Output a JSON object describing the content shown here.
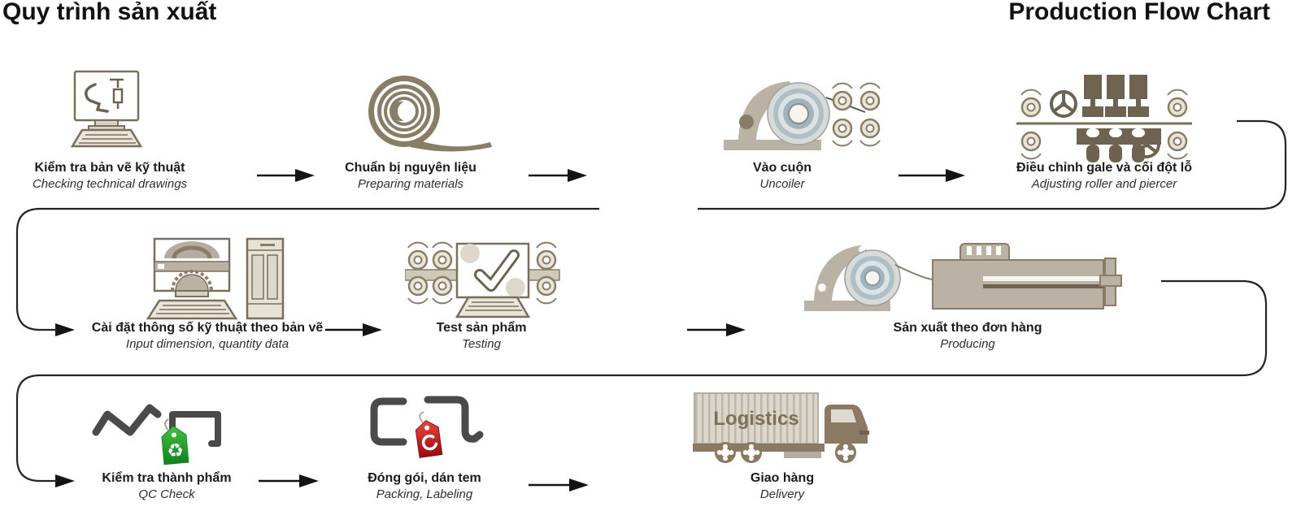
{
  "titles": {
    "left": "Quy trình sản xuất",
    "right": "Production Flow Chart"
  },
  "steps": [
    {
      "id": "check-drawings",
      "vi": "Kiểm tra bản vẽ kỹ thuật",
      "en": "Checking technical drawings",
      "icon": "computer-drawing-icon"
    },
    {
      "id": "prepare-materials",
      "vi": "Chuẩn bị nguyên liệu",
      "en": "Preparing materials",
      "icon": "steel-coil-icon"
    },
    {
      "id": "uncoiler",
      "vi": "Vào cuộn",
      "en": "Uncoiler",
      "icon": "uncoiler-icon"
    },
    {
      "id": "adjust-roller",
      "vi": "Điều chỉnh gale và cối đột lỗ",
      "en": "Adjusting roller and piercer",
      "icon": "roller-piercer-icon"
    },
    {
      "id": "input-dimensions",
      "vi": "Cài đặt thông số kỹ thuật theo bản vẽ",
      "en": "Input dimension, quantity data",
      "icon": "computer-settings-icon"
    },
    {
      "id": "testing",
      "vi": "Test sản phẩm",
      "en": "Testing",
      "icon": "testing-icon"
    },
    {
      "id": "producing",
      "vi": "Sản xuất theo đơn hàng",
      "en": "Producing",
      "icon": "producing-machine-icon"
    },
    {
      "id": "qc-check",
      "vi": "Kiểm tra thành phẩm",
      "en": "QC Check",
      "icon": "qc-check-icon"
    },
    {
      "id": "packing",
      "vi": "Đóng gói, dán tem",
      "en": "Packing, Labeling",
      "icon": "packing-tag-icon"
    },
    {
      "id": "delivery",
      "vi": "Giao hàng",
      "en": "Delivery",
      "icon": "logistics-truck-icon"
    }
  ],
  "truck_label": "Logistics",
  "colors": {
    "icon_brown": "#8a7d68",
    "icon_dark_brown": "#6e6250",
    "machine_beige": "#b9b2a5",
    "profile_dark_gray": "#4a4a4a",
    "tag_green": "#2daa35",
    "tag_red": "#c1161c",
    "flow_line": "#222222",
    "text": "#1b1b1b"
  }
}
